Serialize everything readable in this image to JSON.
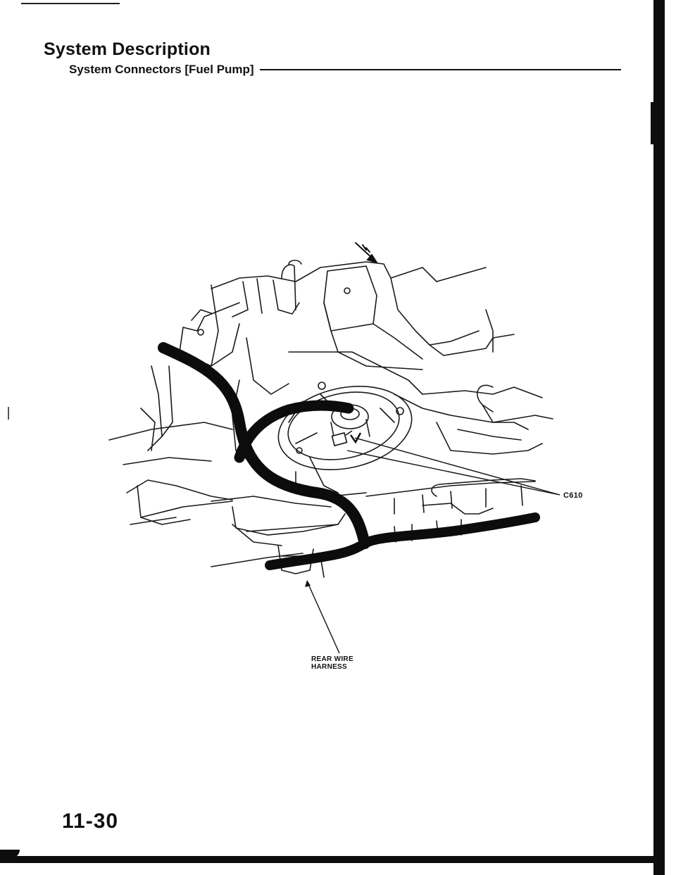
{
  "header": {
    "title": "System Description",
    "subtitle": "System Connectors [Fuel Pump]"
  },
  "diagram": {
    "callouts": {
      "connector": "C610",
      "harness_line1": "REAR WIRE",
      "harness_line2": "HARNESS"
    }
  },
  "footer": {
    "page_number": "11-30"
  }
}
